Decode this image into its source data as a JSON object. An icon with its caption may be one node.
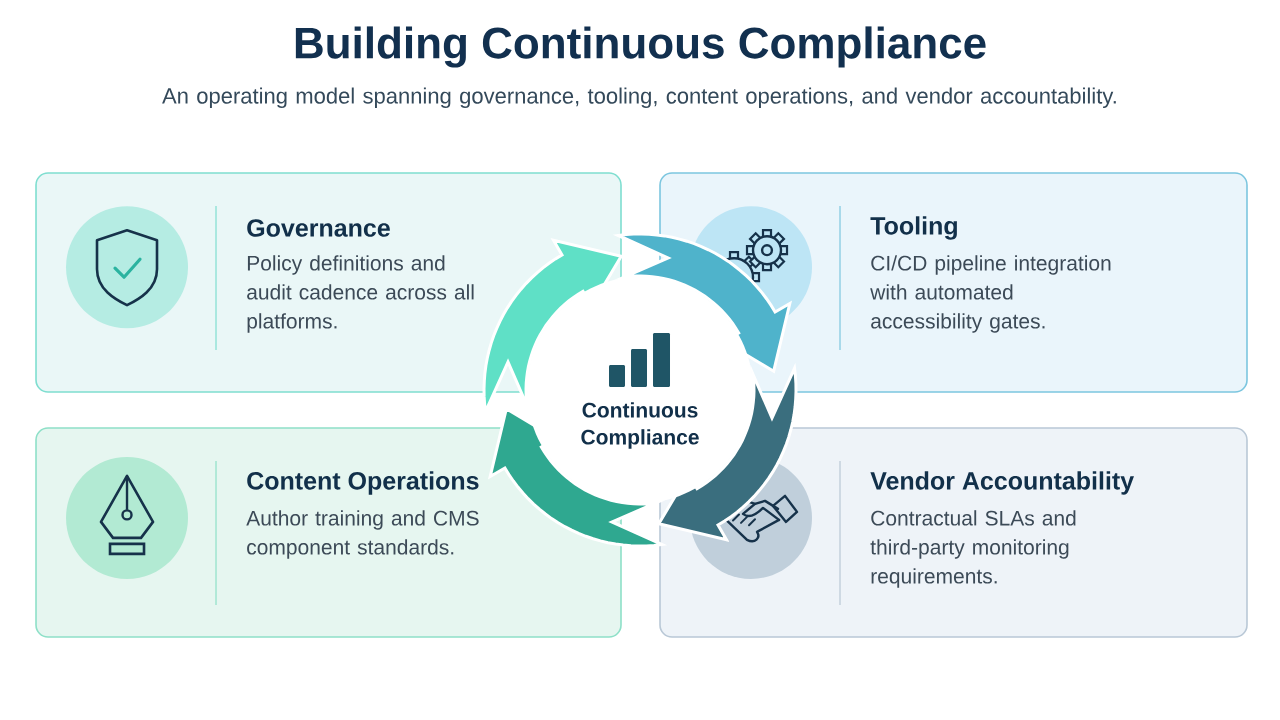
{
  "diagram": {
    "title": "Building Continuous Compliance",
    "nodes": [
      {
        "text": [
          "Governance",
          "Policy definitions and audit cadence across all platforms."
        ]
      },
      {
        "text": [
          "Tooling",
          "CI/CD pipeline integration with automated accessibility gates."
        ]
      },
      {
        "text": [
          "Content Operations",
          "Author training and CMS component standards."
        ]
      },
      {
        "text": [
          "Vendor Accountability",
          "Contractual SLAs and third-party monitoring requirements."
        ]
      },
      {
        "text": [
          "Continuous Compliance"
        ]
      }
    ],
    "labels": [
      "An operating model spanning governance, tooling, content operations, and vendor accountability."
    ]
  }
}
